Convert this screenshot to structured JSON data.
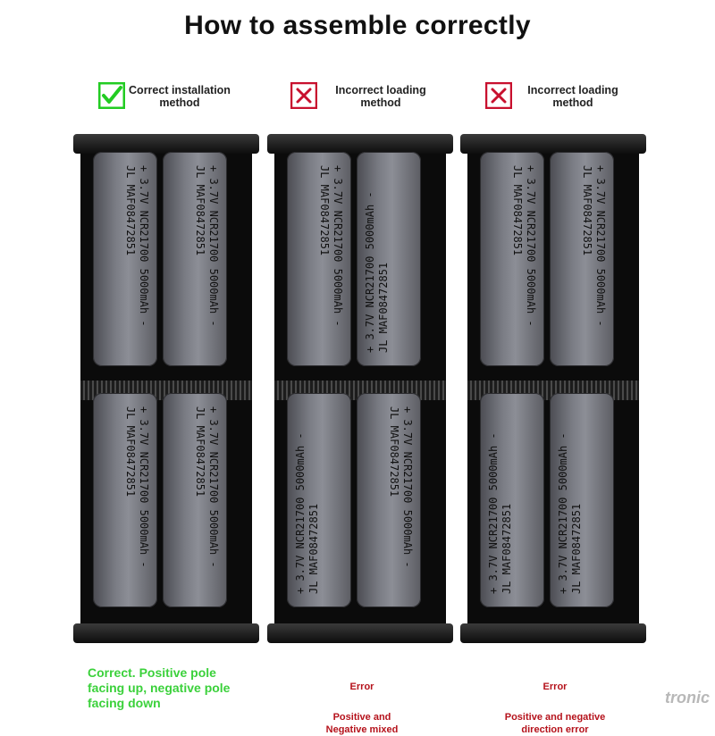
{
  "title": "How to assemble correctly",
  "panels": [
    {
      "status_label": "Correct installation\nmethod",
      "status_type": "check",
      "status_color": "#22cc22",
      "caption_error": "",
      "caption": "Correct. Positive pole\nfacing up, negative pole\nfacing down",
      "caption_color": "#3bd13b"
    },
    {
      "status_label": "Incorrect loading\nmethod",
      "status_type": "cross",
      "status_color": "#c8102e",
      "caption_error": "Error",
      "caption": "Positive and\nNegative mixed",
      "caption_color": "#b5121b"
    },
    {
      "status_label": "Incorrect loading\nmethod",
      "status_type": "cross",
      "status_color": "#c8102e",
      "caption_error": "Error",
      "caption": "Positive and negative\ndirection error",
      "caption_color": "#b5121b"
    }
  ],
  "battery": {
    "row1": "+  3.7V  NCR21700  5000mAh  -",
    "row2": "JL   MAF08472851"
  },
  "watermark": "tronic"
}
